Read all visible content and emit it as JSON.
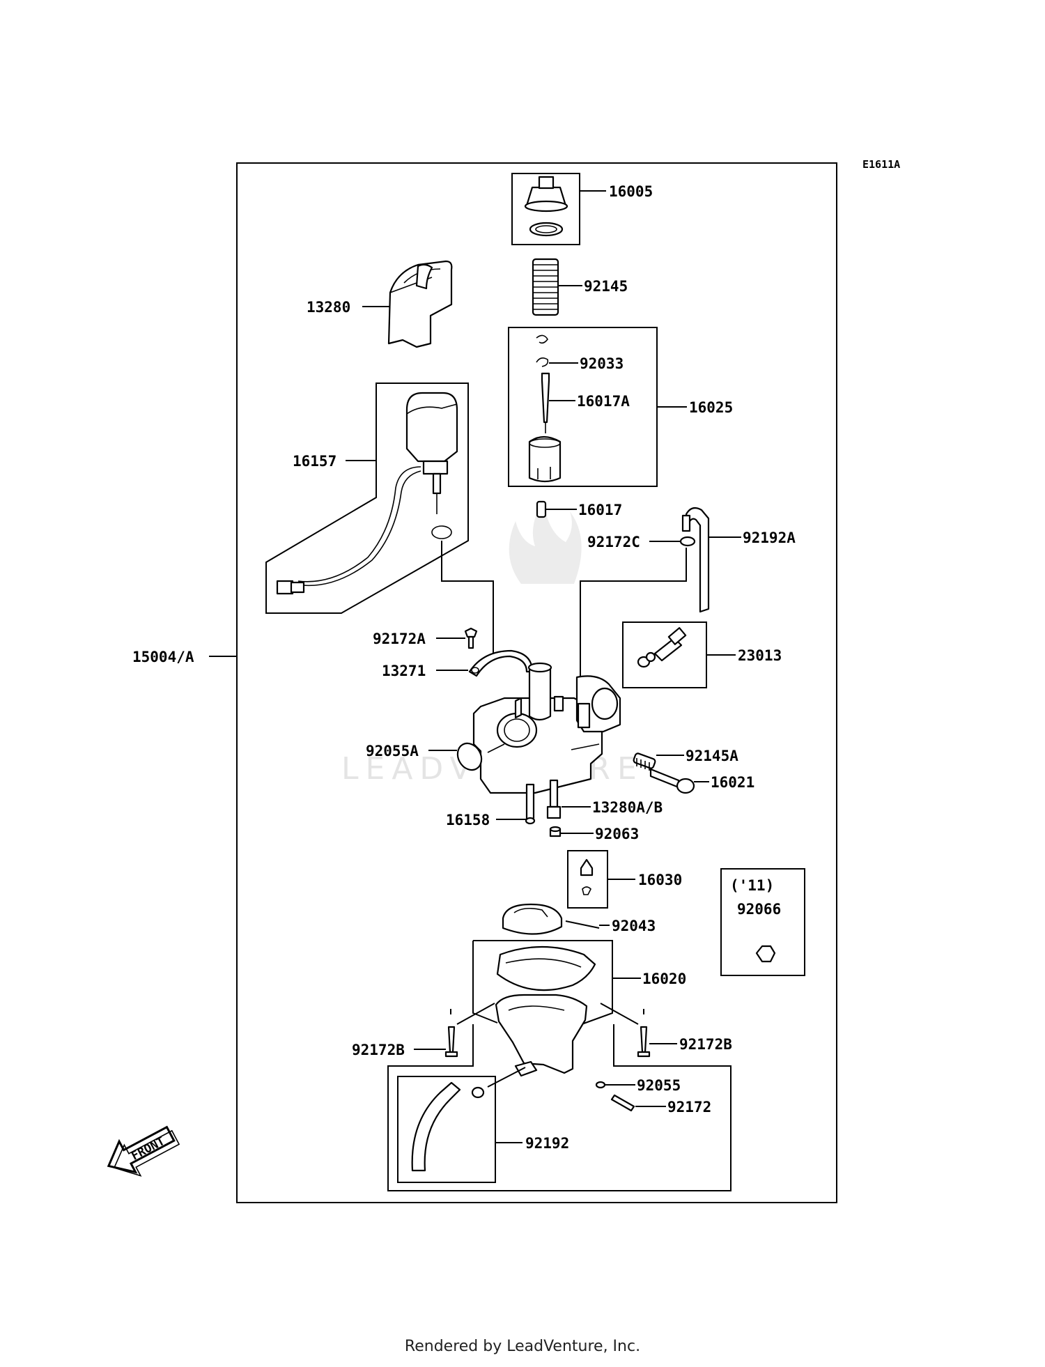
{
  "diagram_code": "E1611A",
  "watermark": "LEADVENTURE",
  "front_label": "FRONT",
  "credit": "Rendered by LeadVenture, Inc.",
  "year_note": "('11)",
  "parts": {
    "p16005": "16005",
    "p92145": "92145",
    "p13280": "13280",
    "p92033": "92033",
    "p16017A": "16017A",
    "p16025": "16025",
    "p16157": "16157",
    "p16017": "16017",
    "p92172C": "92172C",
    "p92192A": "92192A",
    "p23013": "23013",
    "p92172A": "92172A",
    "p13271": "13271",
    "p15004A": "15004/A",
    "p92055A": "92055A",
    "p92145A": "92145A",
    "p16021": "16021",
    "p13280AB": "13280A/B",
    "p16158": "16158",
    "p92063": "92063",
    "p16030": "16030",
    "p92066": "92066",
    "p92043": "92043",
    "p16020": "16020",
    "p92172B_left": "92172B",
    "p92172B_right": "92172B",
    "p92055": "92055",
    "p92172": "92172",
    "p92192": "92192"
  }
}
